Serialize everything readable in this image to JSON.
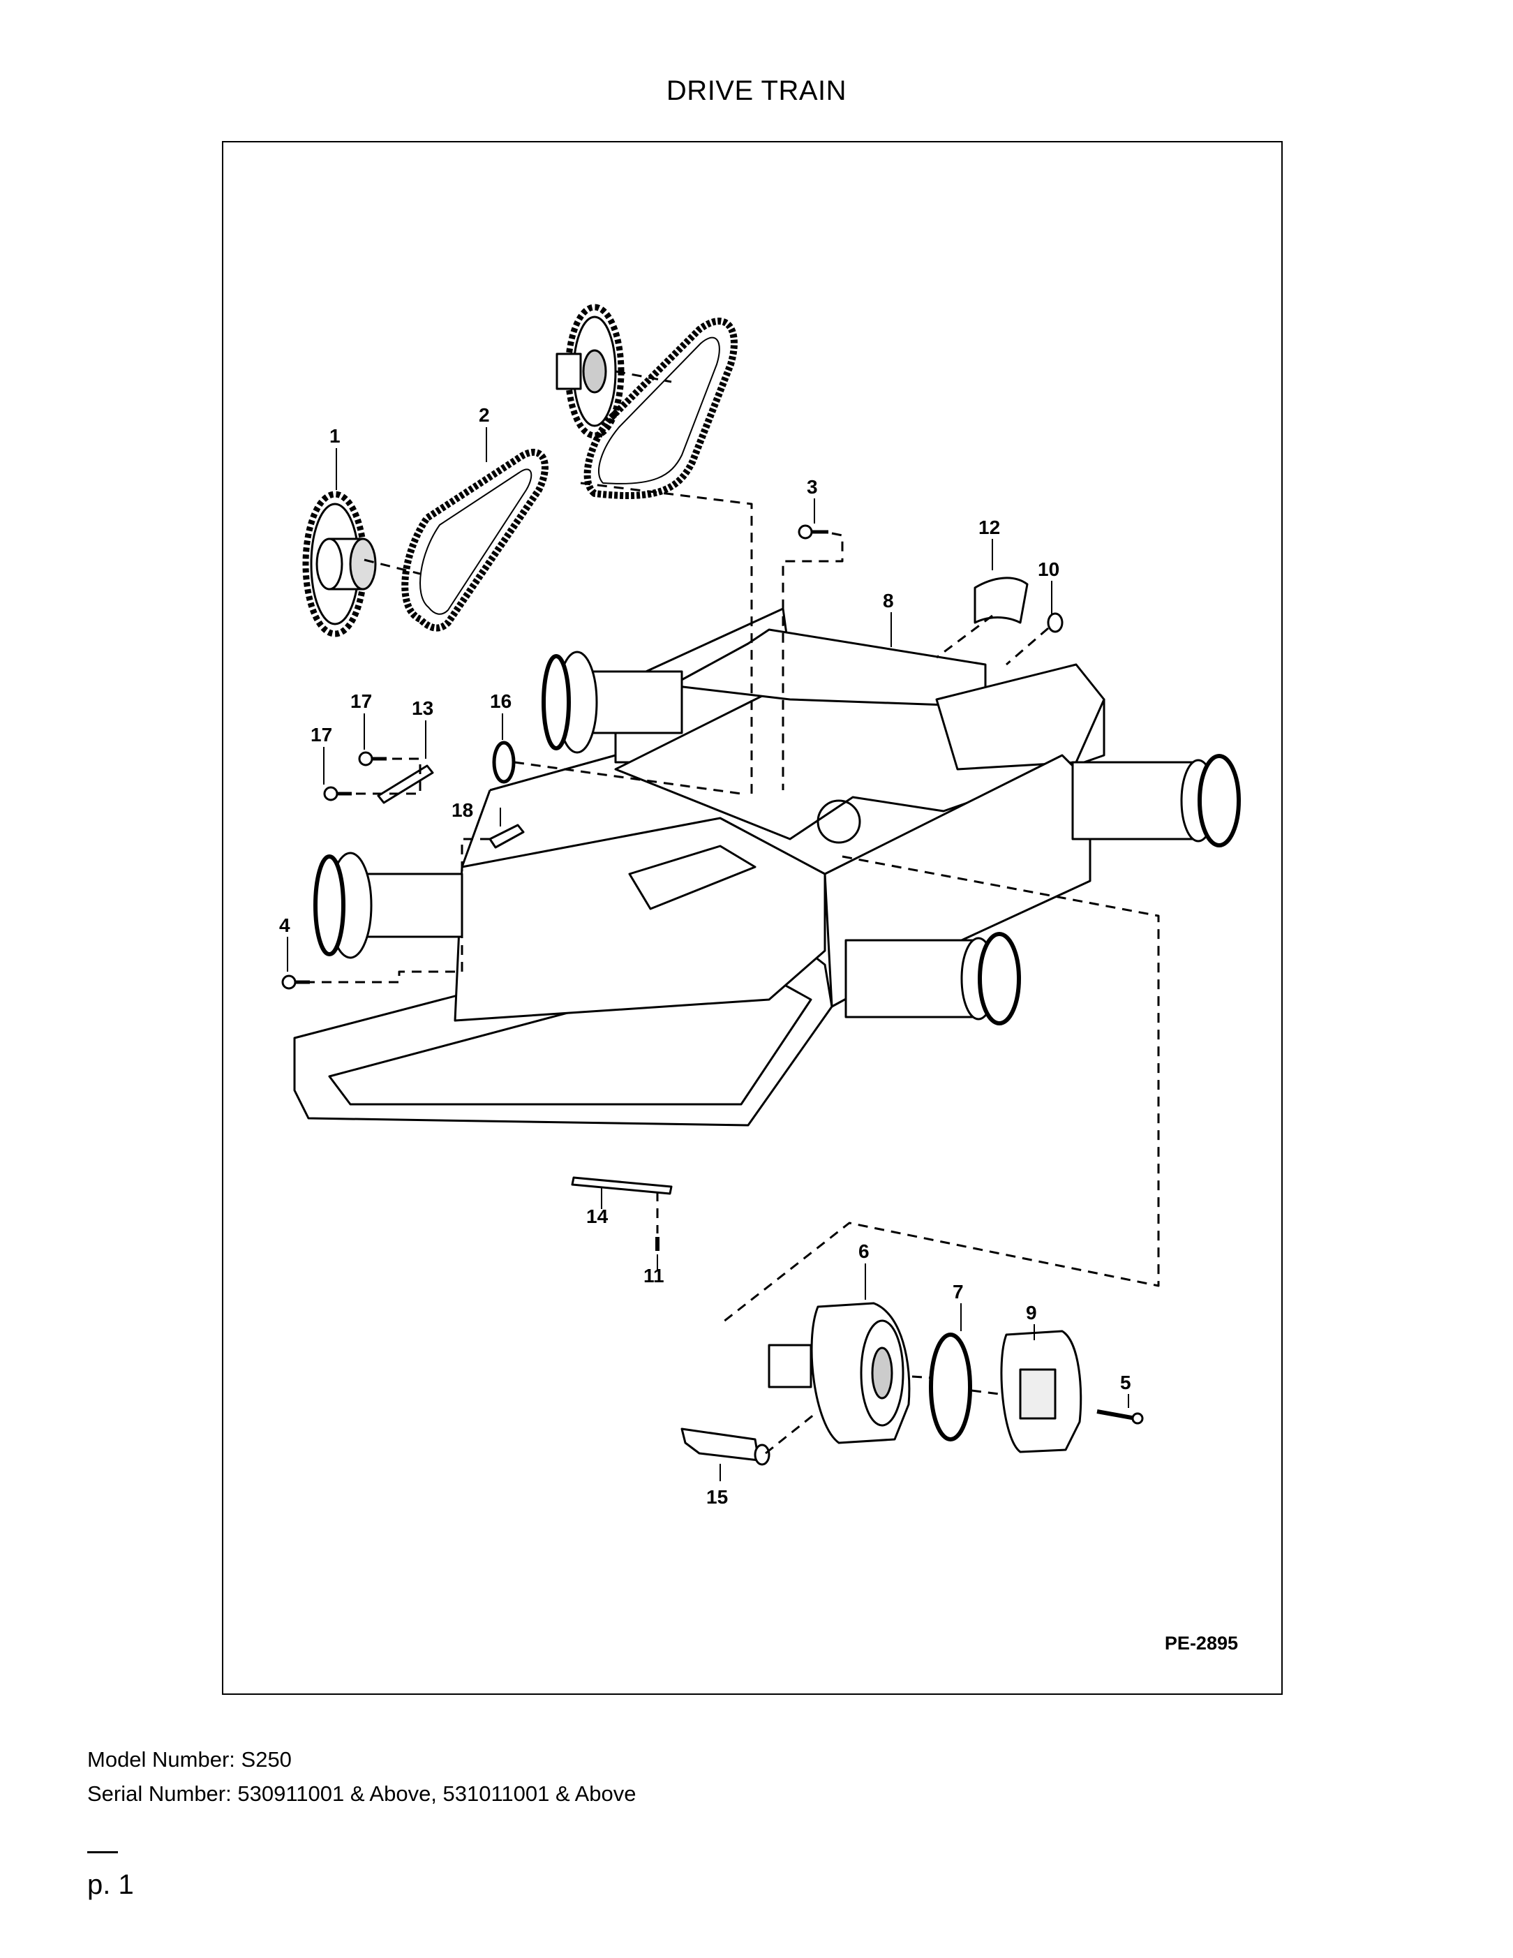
{
  "title": "DRIVE TRAIN",
  "diagram": {
    "reference_code": "PE-2895",
    "callouts": [
      "1",
      "2",
      "3",
      "4",
      "5",
      "6",
      "7",
      "8",
      "9",
      "10",
      "11",
      "12",
      "13",
      "14",
      "15",
      "16",
      "17",
      "17",
      "18"
    ]
  },
  "footer": {
    "model": "Model Number: S250",
    "serial": "Serial Number: 530911001 & Above, 531011001 & Above",
    "page": "p. 1"
  }
}
